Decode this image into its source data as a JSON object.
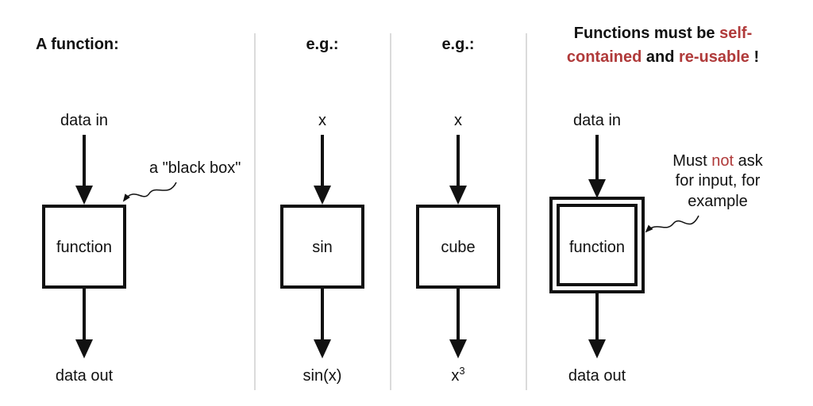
{
  "panel1": {
    "title": "A function:",
    "input_label": "data in",
    "box_label": "function",
    "output_label": "data out",
    "callout": "a \"black box\""
  },
  "panel2": {
    "title": "e.g.:",
    "input_label": "x",
    "box_label": "sin",
    "output_label": "sin(x)"
  },
  "panel3": {
    "title": "e.g.:",
    "input_label": "x",
    "box_label": "cube",
    "output_base": "x",
    "output_exponent": "3"
  },
  "panel4": {
    "title_parts": [
      "Functions must be ",
      "self-",
      "contained",
      " and ",
      "re-usable",
      " !"
    ],
    "input_label": "data in",
    "box_label": "function",
    "output_label": "data out",
    "callout_parts": [
      "Must ",
      "not",
      " ask",
      "for input, for",
      "example"
    ]
  },
  "colors": {
    "accent": "#b03a3a",
    "ink": "#111111",
    "divider": "#cfcfcf"
  }
}
